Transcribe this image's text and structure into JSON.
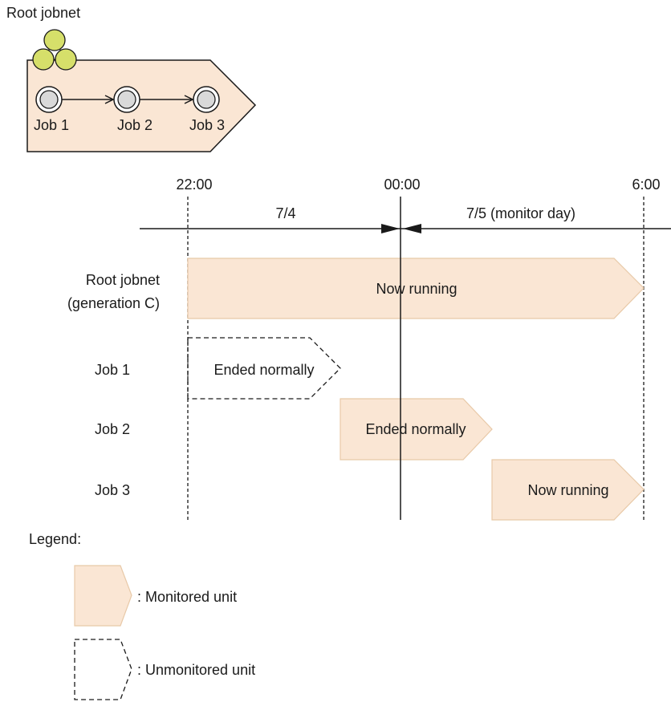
{
  "jobnet": {
    "title": "Root jobnet",
    "jobs": [
      "Job 1",
      "Job 2",
      "Job 3"
    ]
  },
  "timeline": {
    "times": [
      "22:00",
      "00:00",
      "6:00"
    ],
    "days": [
      "7/4",
      "7/5 (monitor day)"
    ]
  },
  "rows": {
    "root_line1": "Root jobnet",
    "root_line2": "(generation C)",
    "root_status": "Now running",
    "job1": "Job 1",
    "job1_status": "Ended normally",
    "job2": "Job 2",
    "job2_status": "Ended normally",
    "job3": "Job 3",
    "job3_status": "Now running"
  },
  "legend": {
    "title": "Legend:",
    "monitored": ": Monitored unit",
    "unmonitored": ": Unmonitored unit"
  },
  "colors": {
    "monitored_fill": "#fae6d4",
    "monitored_stroke": "#e8c9a8",
    "node_green": "#d6df6a",
    "node_gray": "#d9d9d9"
  }
}
